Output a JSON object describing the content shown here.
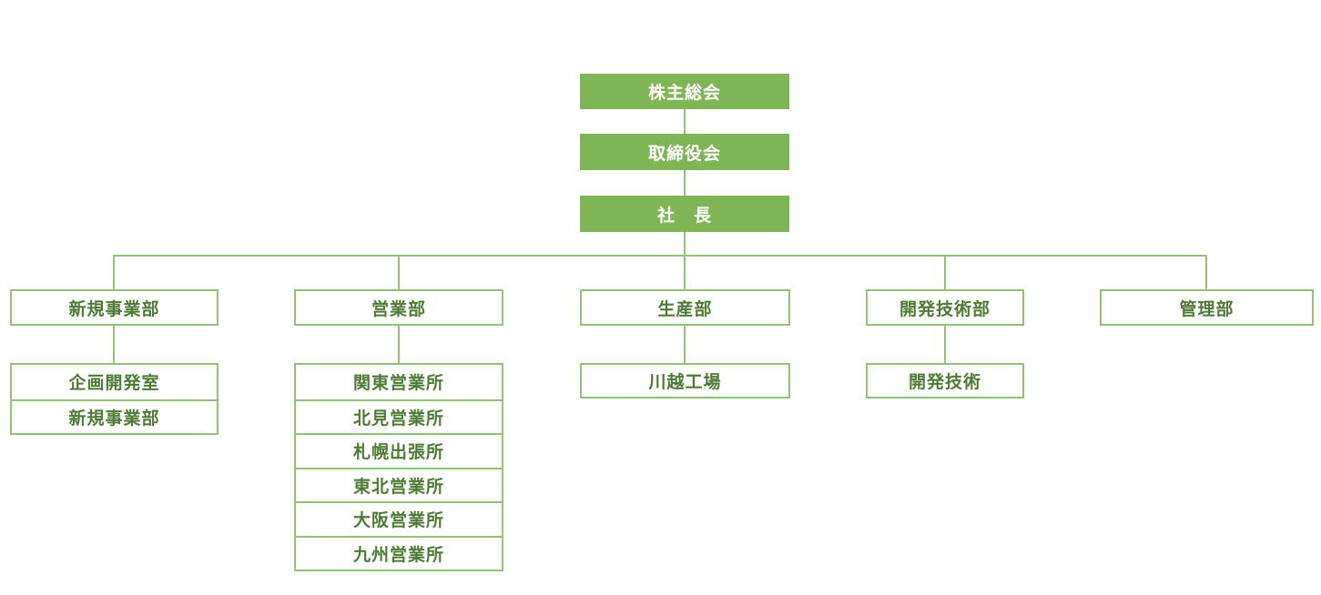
{
  "diagram": {
    "type": "organization-chart",
    "colors": {
      "node_fill_green": "#7EB657",
      "line_and_border_green": "#94C17A",
      "node_text_dark_green": "#4E7B33",
      "node_text_white": "#FFFFFF"
    },
    "top_chain": [
      {
        "label": "株主総会"
      },
      {
        "label": "取締役会"
      },
      {
        "label": "社　長"
      }
    ],
    "branches": [
      {
        "label": "新規事業部",
        "children": [
          "企画開発室",
          "新規事業部"
        ]
      },
      {
        "label": "営業部",
        "children": [
          "関東営業所",
          "北見営業所",
          "札幌出張所",
          "東北営業所",
          "大阪営業所",
          "九州営業所"
        ]
      },
      {
        "label": "生産部",
        "children": [
          "川越工場"
        ]
      },
      {
        "label": "開発技術部",
        "children": [
          "開発技術"
        ]
      },
      {
        "label": "管理部",
        "children": []
      }
    ]
  }
}
